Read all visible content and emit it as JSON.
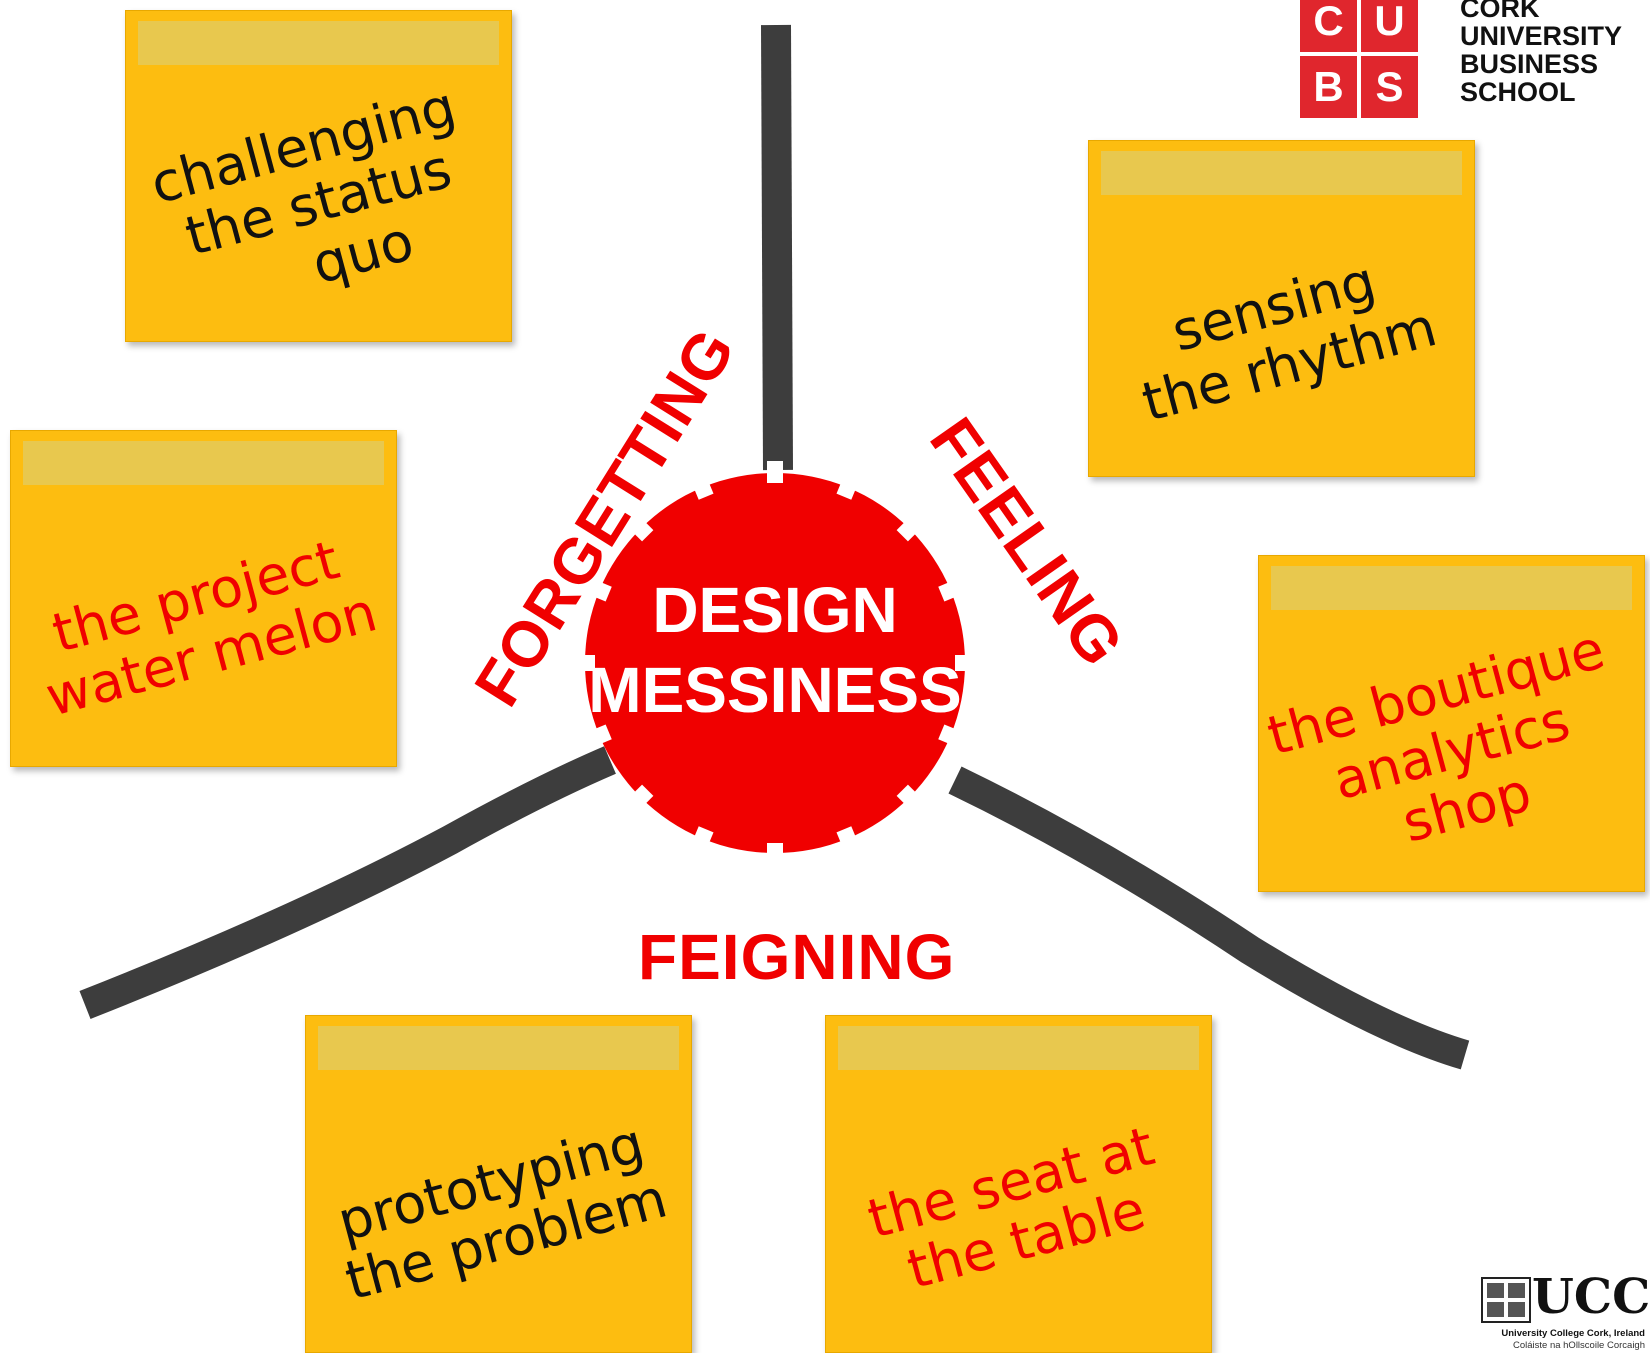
{
  "hub": {
    "line1": "DESIGN",
    "line2": "MESSINESS",
    "color": "#F00000"
  },
  "radial_labels": {
    "forgetting": "FORGETTING",
    "feeling": "FEELING",
    "feigning": "FEIGNING"
  },
  "notes": {
    "n1": {
      "lines": [
        "challenging",
        "the status",
        "quo"
      ],
      "color": "black"
    },
    "n2": {
      "lines": [
        "sensing",
        "the rhythm"
      ],
      "color": "black"
    },
    "n3": {
      "lines": [
        "the project",
        "water melon"
      ],
      "color": "red"
    },
    "n4": {
      "lines": [
        "the boutique",
        "analytics",
        "shop"
      ],
      "color": "red"
    },
    "n5": {
      "lines": [
        "prototyping",
        "the problem"
      ],
      "color": "black"
    },
    "n6": {
      "lines": [
        "the seat at",
        "the table"
      ],
      "color": "red"
    }
  },
  "logos": {
    "cubs": {
      "letters": [
        "C",
        "U",
        "B",
        "S"
      ],
      "words": [
        "CORK",
        "UNIVERSITY",
        "BUSINESS",
        "SCHOOL"
      ],
      "color": "#E0262D"
    },
    "ucc": {
      "name": "UCC",
      "line1": "University College Cork, Ireland",
      "line2": "Coláiste na hOllscoile Corcaigh"
    }
  },
  "colors": {
    "note": "#FDBD10",
    "tape": "#E8C84E",
    "spoke": "#3D3D3D",
    "accent_red": "#F00000"
  }
}
